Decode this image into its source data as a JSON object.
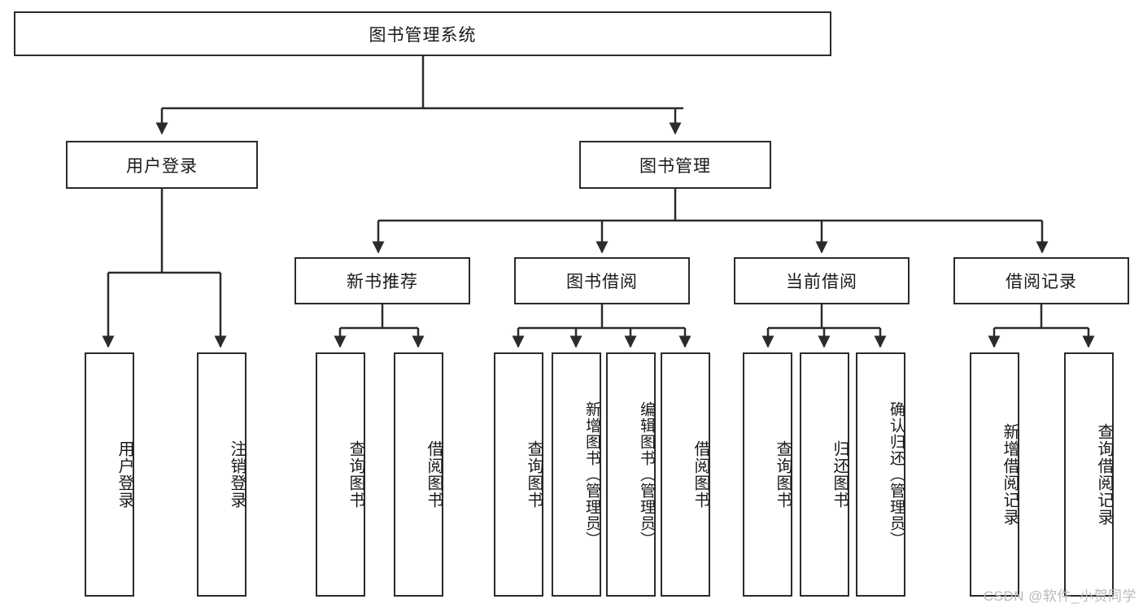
{
  "diagram": {
    "title": "图书管理系统",
    "type": "hierarchy-tree",
    "watermark": "CSDN @软件_小贺同学",
    "colors": {
      "stroke": "#2b2b2b",
      "fill": "#ffffff",
      "text": "#1a1a1a",
      "watermark": "#b9b9b9"
    },
    "nodes": {
      "root": {
        "label": "图书管理系统",
        "level": 1
      },
      "level2": [
        {
          "id": "user-login",
          "label": "用户登录"
        },
        {
          "id": "book-manage",
          "label": "图书管理"
        }
      ],
      "level3": [
        {
          "id": "new-book-recommend",
          "label": "新书推荐"
        },
        {
          "id": "book-borrow",
          "label": "图书借阅"
        },
        {
          "id": "current-borrow",
          "label": "当前借阅"
        },
        {
          "id": "borrow-record",
          "label": "借阅记录"
        }
      ],
      "leaves": {
        "user-login": [
          {
            "id": "leaf-user-login",
            "label": "用户登录"
          },
          {
            "id": "leaf-logout",
            "label": "注销登录"
          }
        ],
        "new-book-recommend": [
          {
            "id": "leaf-query-book-1",
            "label": "查询图书"
          },
          {
            "id": "leaf-borrow-book-1",
            "label": "借阅图书"
          }
        ],
        "book-borrow": [
          {
            "id": "leaf-query-book-2",
            "label": "查询图书"
          },
          {
            "id": "leaf-add-book",
            "label": "新增图书（管理员）"
          },
          {
            "id": "leaf-edit-book",
            "label": "编辑图书（管理员）"
          },
          {
            "id": "leaf-borrow-book-2",
            "label": "借阅图书"
          }
        ],
        "current-borrow": [
          {
            "id": "leaf-query-book-3",
            "label": "查询图书"
          },
          {
            "id": "leaf-return-book",
            "label": "归还图书"
          },
          {
            "id": "leaf-confirm-return",
            "label": "确认归还（管理员）"
          }
        ],
        "borrow-record": [
          {
            "id": "leaf-add-record",
            "label": "新增借阅记录"
          },
          {
            "id": "leaf-query-record",
            "label": "查询借阅记录"
          }
        ]
      }
    }
  }
}
